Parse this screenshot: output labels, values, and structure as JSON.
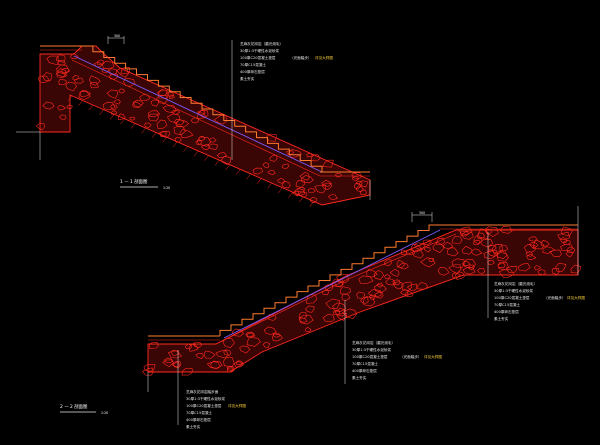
{
  "colors": {
    "background": "#000000",
    "stone_fill": "#3a0505",
    "stone_line": "#ff2a1e",
    "surface_line": "#ff7a2e",
    "waterproof_line": "#7b5cff",
    "leader_line": "#e6e6e6",
    "note_text": "#e6e6e6",
    "tag_text": "#ffd23c",
    "title_text": "#ffffff"
  },
  "section1": {
    "title": "1 — 1 剖面图",
    "scale": "1:20",
    "dimension": "300",
    "notes": [
      "芝麻灰花岗岩（磨光烧毛）",
      "30厚1:3干硬性水泥砂浆",
      "100厚C20混凝土垫层",
      "70厚C15混凝土",
      "400厚碎石垫层",
      "素土夯实"
    ],
    "tags": [
      "（光面踏步）",
      "详见大样图"
    ]
  },
  "section2": {
    "title": "2 — 2 剖面图",
    "scale": "1:20",
    "dimension": "300",
    "notes_top": [
      "芝麻灰花岗岩（磨光烧毛）",
      "30厚1:3干硬性水泥砂浆",
      "100厚C20混凝土垫层",
      "70厚C15混凝土",
      "400厚碎石垫层",
      "素土夯实"
    ],
    "notes_mid": [
      "芝麻灰花岗岩（磨光烧毛）",
      "30厚1:3干硬性水泥砂浆",
      "100厚C20混凝土垫层",
      "70厚C15混凝土",
      "400厚碎石垫层",
      "素土夯实"
    ],
    "notes_bottom": [
      "芝麻灰花岗岩踏步面",
      "30厚1:3干硬性水泥砂浆",
      "100厚C20混凝土垫层",
      "70厚C15混凝土",
      "400厚碎石垫层",
      "素土夯实"
    ],
    "tags_top": [
      "（光面踏步）",
      "详见大样图"
    ],
    "tags_mid": [
      "（光面踏步）",
      "详见大样图"
    ],
    "tags_bottom": [
      "详见大样图"
    ]
  }
}
